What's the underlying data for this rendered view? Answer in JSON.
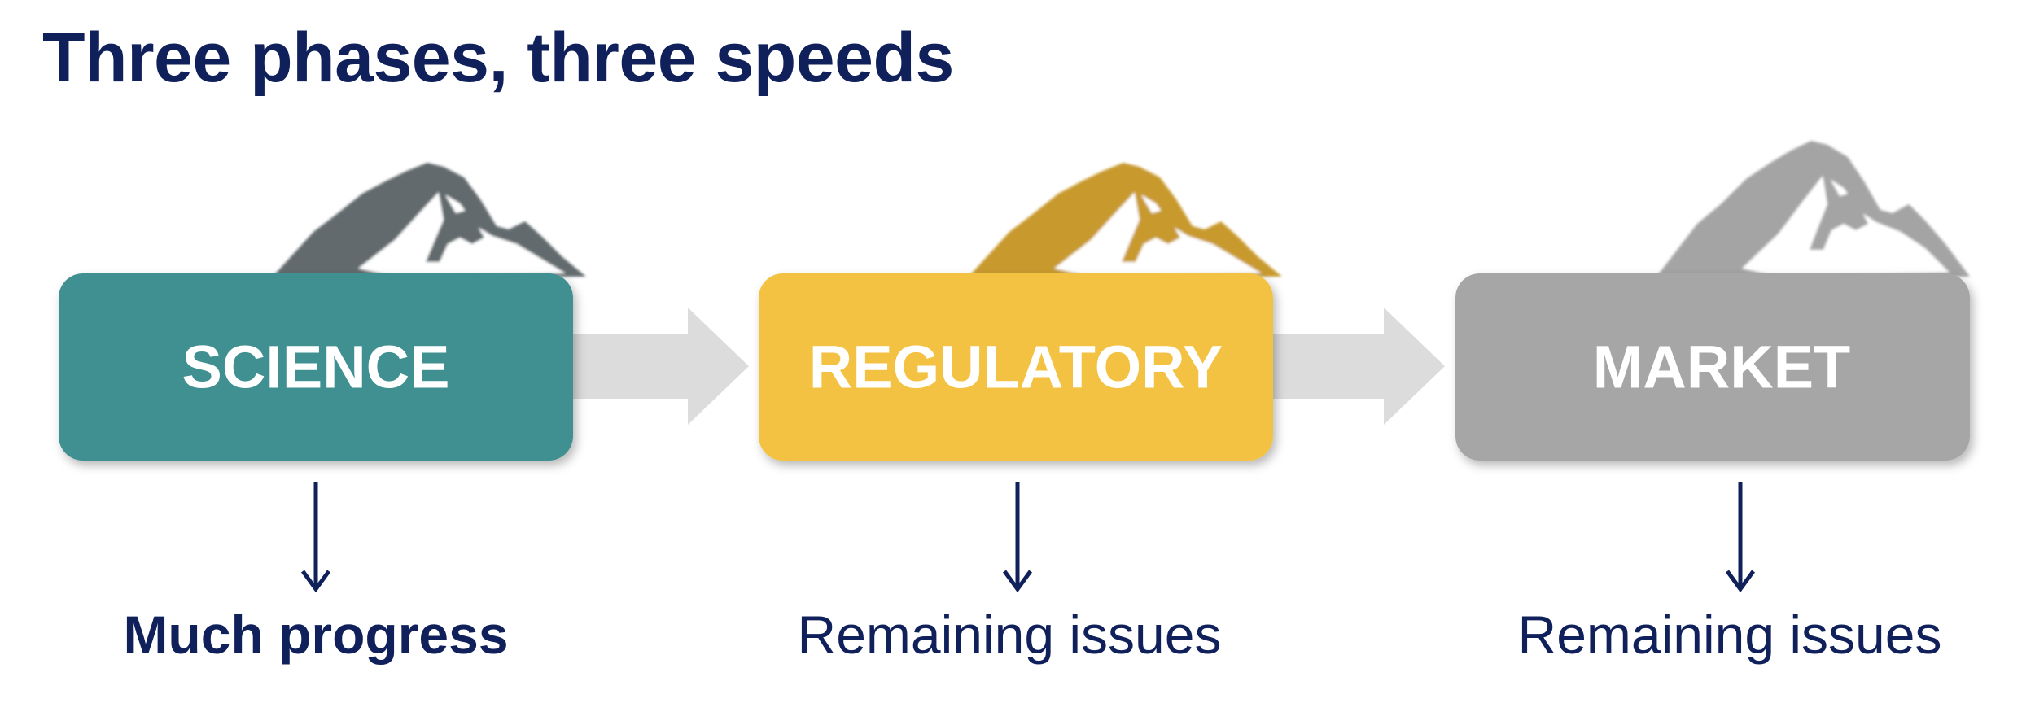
{
  "title": "Three phases, three speeds",
  "phases": [
    {
      "label": "SCIENCE",
      "outcome": "Much progress",
      "outcome_bold": true,
      "box_color": "#418f91",
      "mountain_color": "#626a6d",
      "mountain_icon": "mountain-icon"
    },
    {
      "label": "REGULATORY",
      "outcome": "Remaining issues",
      "outcome_bold": false,
      "box_color": "#f4c242",
      "mountain_color": "#c89a2f",
      "mountain_icon": "mountain-icon"
    },
    {
      "label": "MARKET",
      "outcome": "Remaining issues",
      "outcome_bold": false,
      "box_color": "#a6a6a6",
      "mountain_color": "#a4a4a4",
      "mountain_icon": "mountain-icon"
    }
  ],
  "colors": {
    "text": "#10205a",
    "connector_arrow": "#dcdcdc"
  }
}
